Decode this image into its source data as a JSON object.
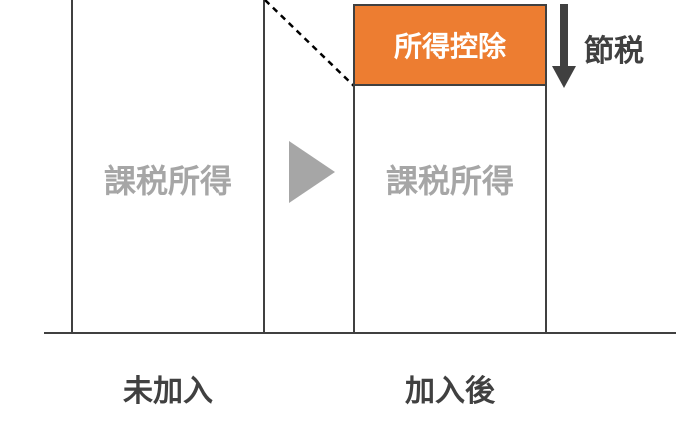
{
  "diagram": {
    "before": {
      "inner_label": "課税所得",
      "caption": "未加入"
    },
    "after": {
      "inner_label": "課税所得",
      "deduction_label": "所得控除",
      "caption": "加入後"
    },
    "savings_label": "節税",
    "colors": {
      "deduction_fill": "#ed7d31",
      "outline": "#404040",
      "muted_text": "#a6a6a6",
      "arrow": "#a6a6a6"
    }
  }
}
